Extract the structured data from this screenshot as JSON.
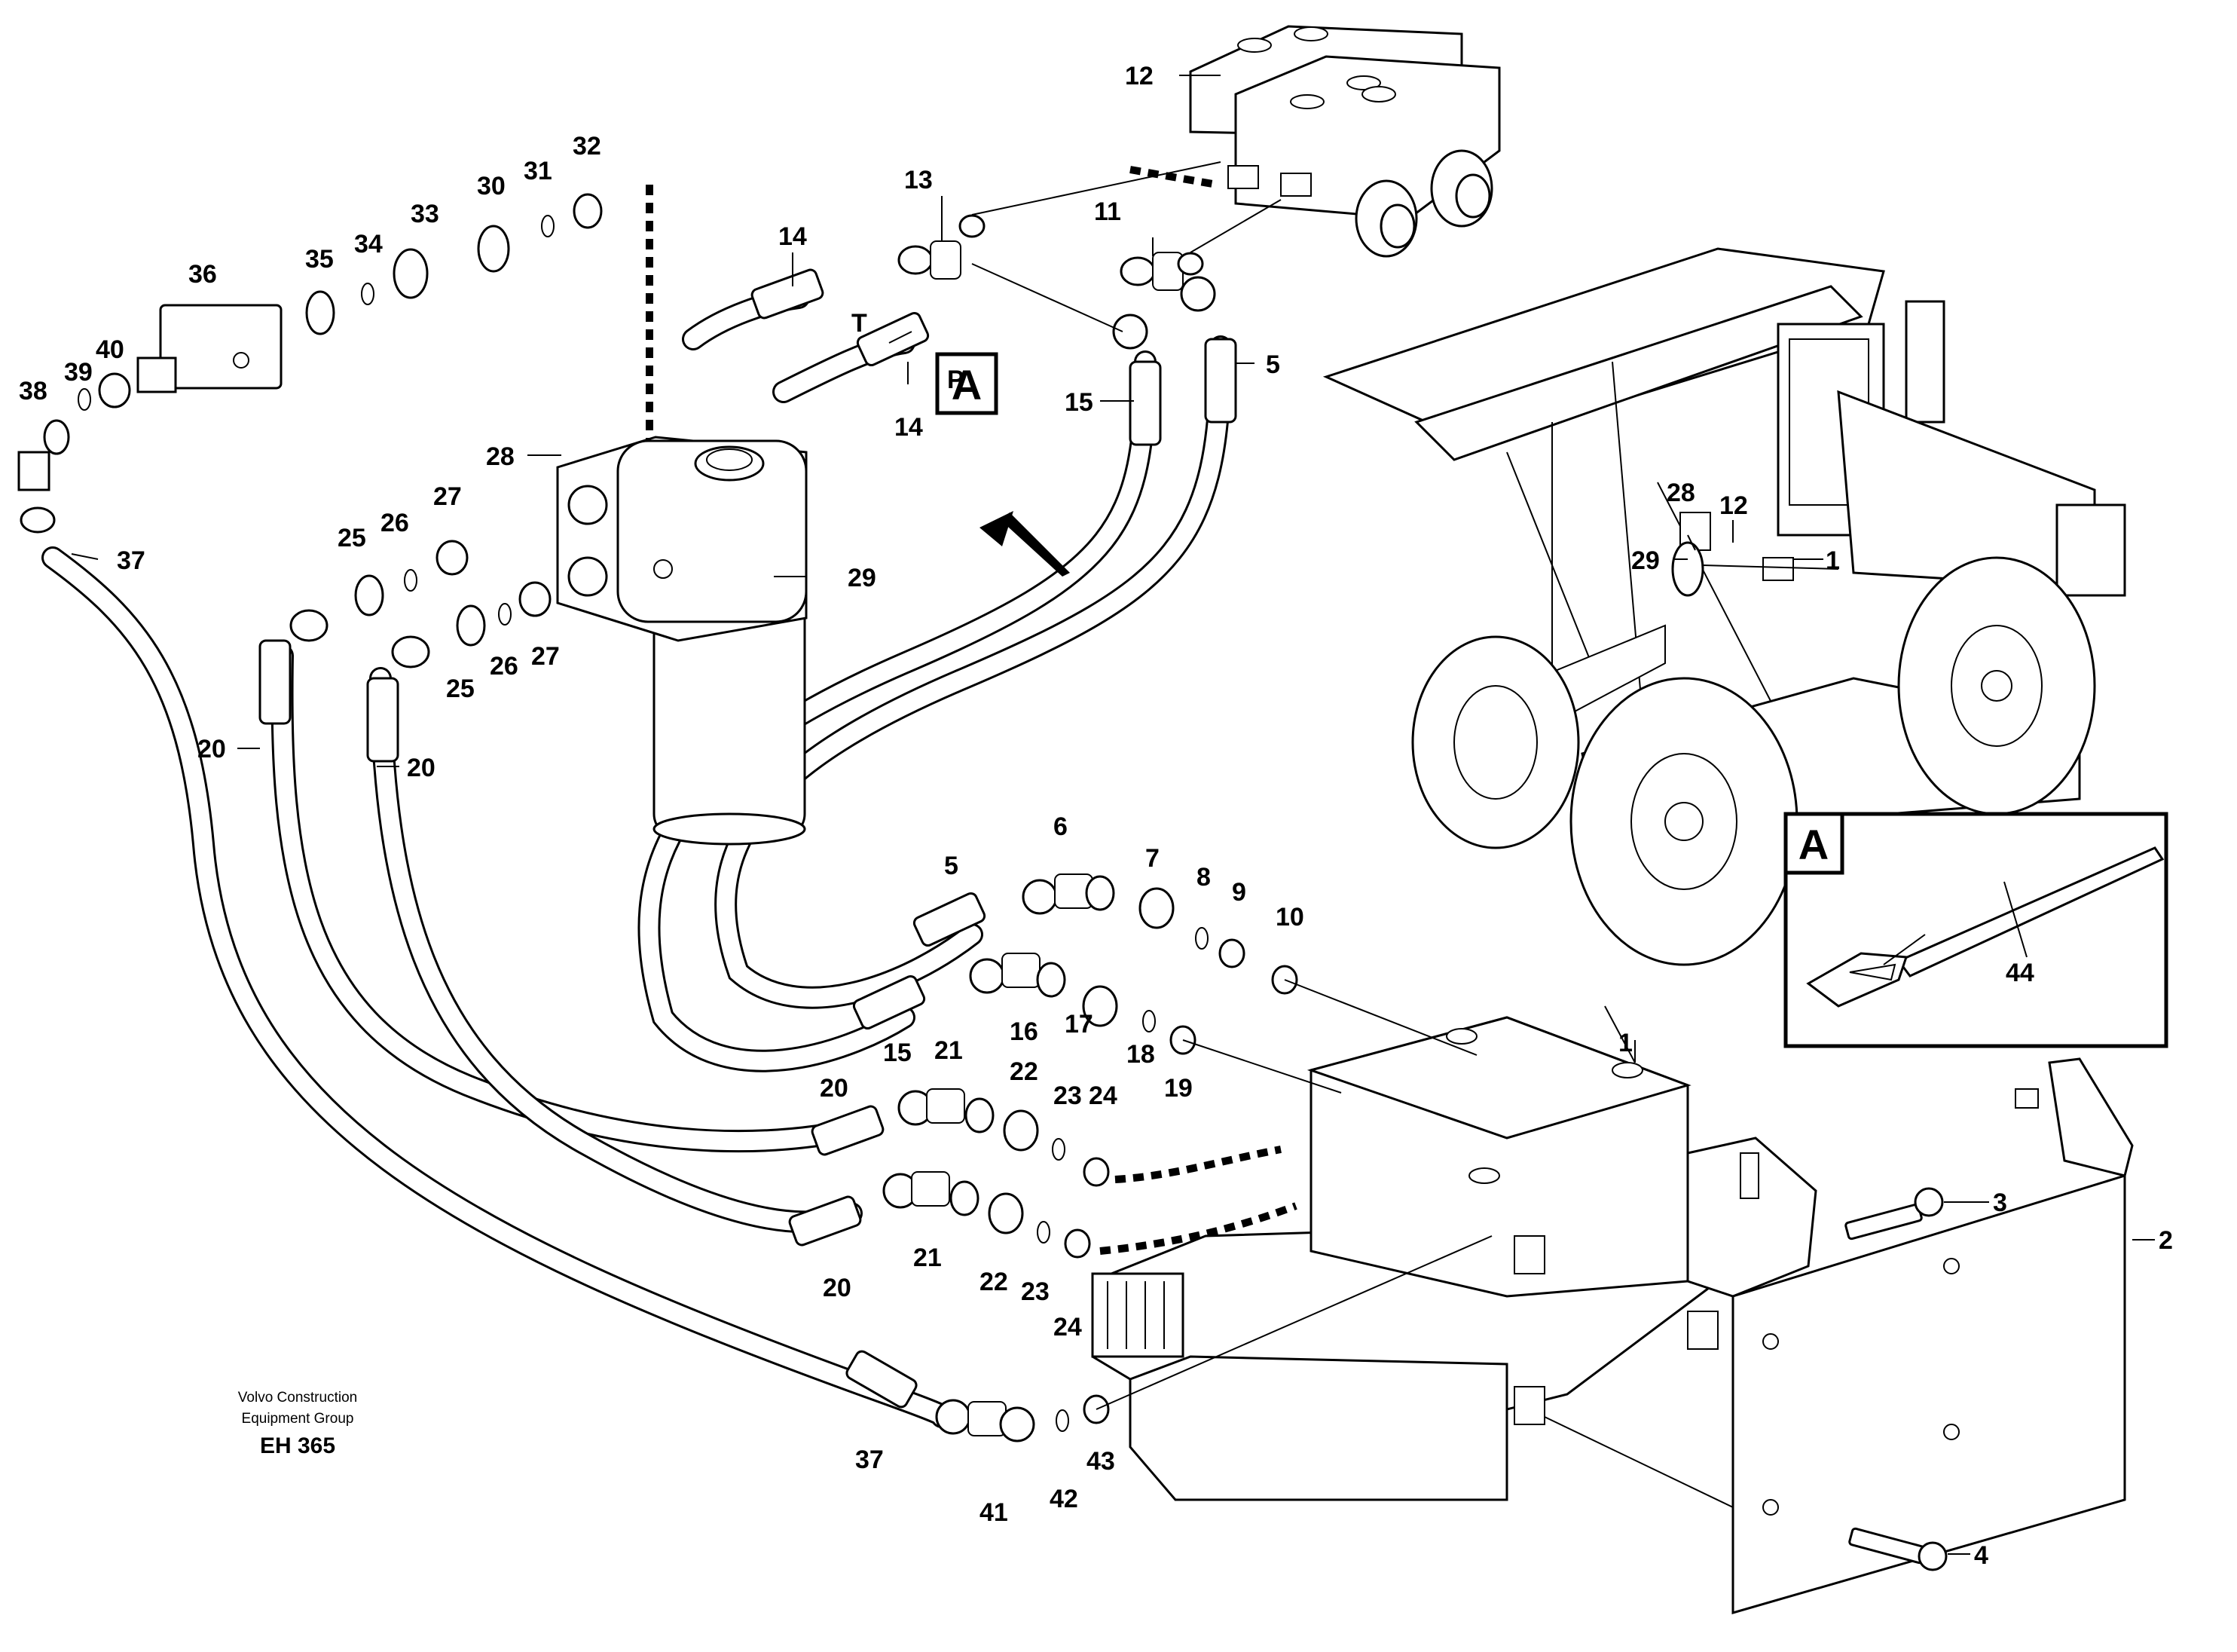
{
  "labels": {
    "l1": "1",
    "l1b": "1",
    "l2": "2",
    "l3": "3",
    "l4": "4",
    "l5a": "5",
    "l5b": "5",
    "l6": "6",
    "l7": "7",
    "l8": "8",
    "l9": "9",
    "l10": "10",
    "l11": "11",
    "l12a": "12",
    "l12b": "12",
    "l13": "13",
    "l14a": "14",
    "l14b": "14",
    "l15a": "15",
    "l15b": "15",
    "l16": "16",
    "l17": "17",
    "l18": "18",
    "l19": "19",
    "l20a": "20",
    "l20b": "20",
    "l20c": "20",
    "l20d": "20",
    "l21a": "21",
    "l21b": "21",
    "l22a": "22",
    "l22b": "22",
    "l23a": "23",
    "l23b": "23",
    "l24a": "24",
    "l24b": "24",
    "l25a": "25",
    "l25b": "25",
    "l26a": "26",
    "l26b": "26",
    "l27a": "27",
    "l27b": "27",
    "l28a": "28",
    "l28b": "28",
    "l29a": "29",
    "l29b": "29",
    "l30": "30",
    "l31": "31",
    "l32": "32",
    "l33": "33",
    "l34": "34",
    "l35": "35",
    "l36": "36",
    "l37a": "37",
    "l37b": "37",
    "l38": "38",
    "l39": "39",
    "l40": "40",
    "l41": "41",
    "l42": "42",
    "l43": "43",
    "l44": "44"
  },
  "port_labels": {
    "tank": "T",
    "pressure": "P"
  },
  "detail": {
    "callout_letter": "A",
    "inset_letter": "A"
  },
  "footer": {
    "company_line1": "Volvo Construction",
    "company_line2": "Equipment Group",
    "drawing_code": "EH 365"
  }
}
